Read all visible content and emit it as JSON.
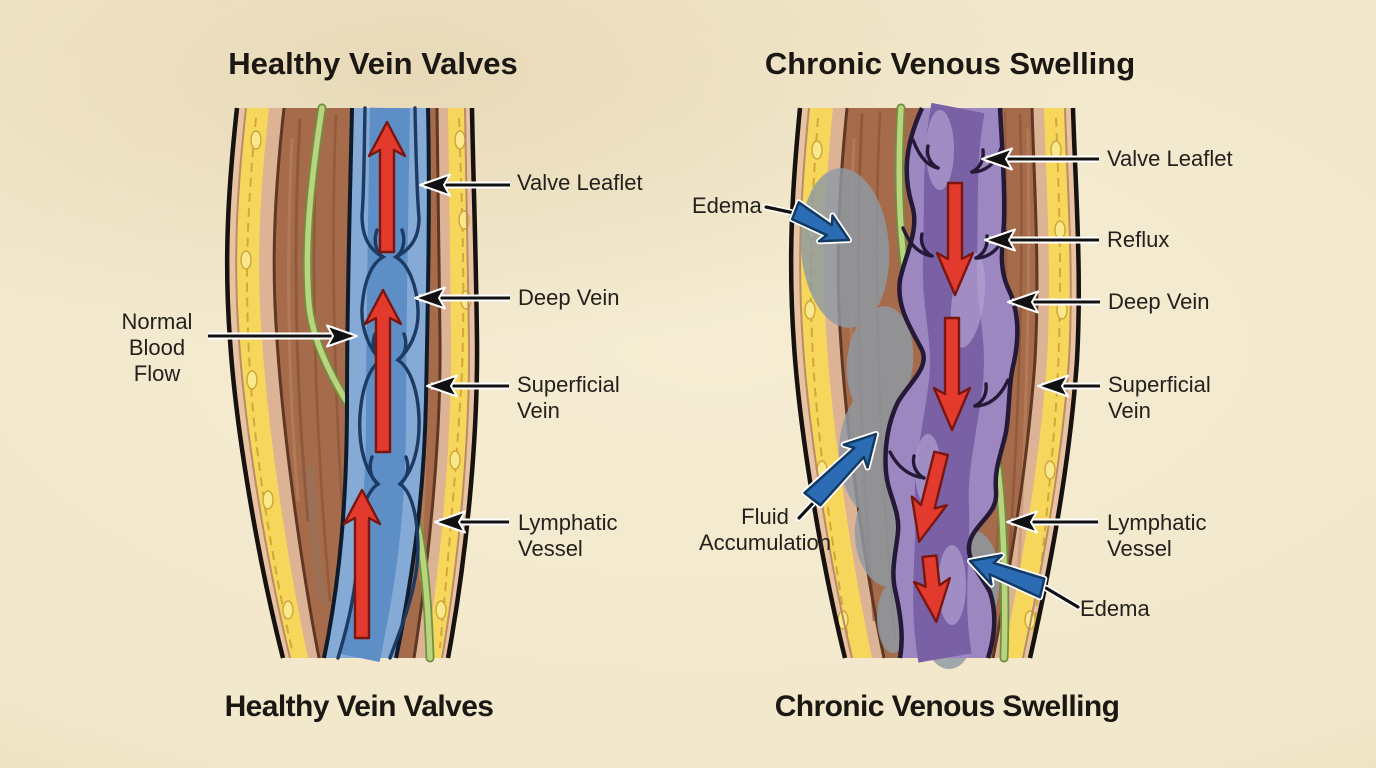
{
  "figure": {
    "type": "medical-comparison-diagram",
    "subject": "Healthy vein valves versus chronic venous swelling in a leg cross-section"
  },
  "left_panel": {
    "title_top": "Healthy Vein Valves",
    "title_bottom": "Healthy Vein Valves",
    "labels": {
      "valve_leaflet": "Valve Leaflet",
      "deep_vein": "Deep Vein",
      "superficial_vein": "Superficial\nVein",
      "lymphatic_vessel": "Lymphatic\nVessel",
      "normal_blood_flow": "Normal\nBlood\nFlow"
    }
  },
  "right_panel": {
    "title_top": "Chronic Venous Swelling",
    "title_bottom": "Chronic Venous Swelling",
    "labels": {
      "edema_top": "Edema",
      "valve_leaflet": "Valve Leaflet",
      "reflux": "Reflux",
      "deep_vein": "Deep Vein",
      "superficial_vein": "Superficial\nVein",
      "lymphatic_vessel": "Lymphatic\nVessel",
      "fluid_accumulation": "Fluid\nAccumulation",
      "edema_bottom": "Edema"
    }
  },
  "colors": {
    "background_parchment": "#f2e7ca",
    "ink": "#24211c",
    "healthy_vein_blue": "#84aad5",
    "healthy_vein_channel_blue": "#5d8ec6",
    "vein_valve_navy": "#1d3a63",
    "diseased_vein_purple": "#9d87c1",
    "diseased_vein_channel_purple": "#7a61a6",
    "flow_arrow_red": "#e23b2e",
    "annotation_arrow_blue": "#2b6cb4",
    "fat_yellow": "#f6d75c",
    "muscle_brown": "#a56b4b",
    "skin_tan": "#e8c3a3",
    "fascia_tan": "#dcb394",
    "lymphatic_green": "#b9d37e",
    "edema_gray": "#8e9aa4"
  }
}
